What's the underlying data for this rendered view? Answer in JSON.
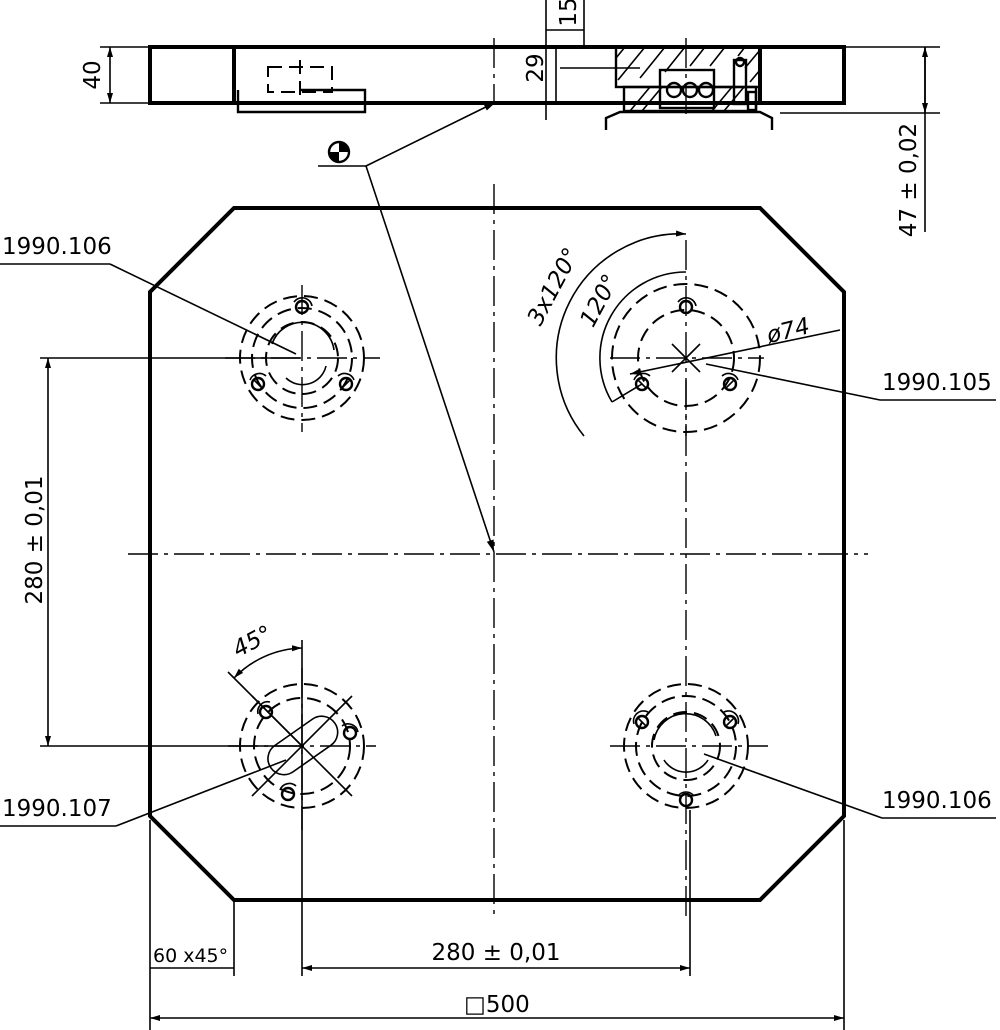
{
  "labels": {
    "top_left": "1990.106",
    "top_right": "1990.105",
    "bottom_left": "1990.107",
    "bottom_right": "1990.106"
  },
  "dimensions": {
    "thickness": "40",
    "dim_15": "15",
    "dim_29": "29",
    "height_tol": "47 ± 0,02",
    "vertical_spacing": "280 ± 0,01",
    "horizontal_spacing": "280 ± 0,01",
    "chamfer": "60 x45°",
    "square_size": "□500",
    "angle_pattern": "3x120°",
    "angle_single": "120°",
    "diameter": "ø74",
    "angle_45": "45°"
  }
}
